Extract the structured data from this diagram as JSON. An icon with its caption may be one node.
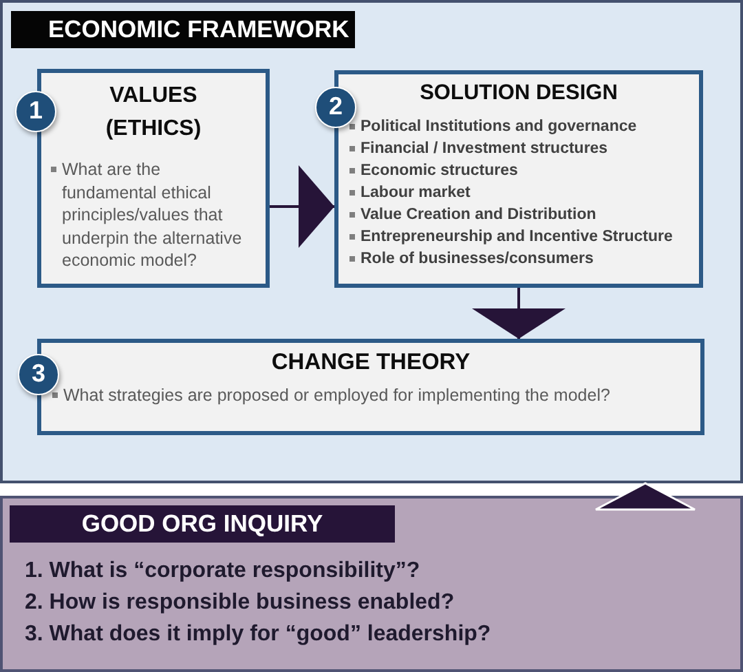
{
  "diagram": {
    "nodes": [
      {
        "text": [
          "ECONOMIC FRAMEWORK"
        ]
      },
      {
        "text": [
          "1"
        ],
        "in": 0
      },
      {
        "text": [
          "VALUES (ETHICS)",
          "What are the fundamental ethical principles/values that underpin the alternative economic model?"
        ],
        "in": 0
      },
      {
        "text": [
          "2"
        ],
        "in": 0
      },
      {
        "text": [
          "SOLUTION DESIGN",
          "Political Institutions and governance",
          "Financial / Investment structures",
          "Economic structures",
          "Labour market",
          "Value Creation and Distribution",
          "Entrepreneurship and Incentive Structure",
          "Role of businesses/consumers"
        ],
        "in": 0
      },
      {
        "text": [
          "3"
        ],
        "in": 0
      },
      {
        "text": [
          "CHANGE THEORY",
          "What strategies are proposed or employed for implementing the model?"
        ],
        "in": 0
      },
      {
        "text": [
          "GOOD ORG INQUIRY",
          "1. What is “corporate responsibility”?",
          "2. How is responsible business enabled?",
          "3. What does it imply for “good” leadership?"
        ]
      }
    ],
    "edges": [
      {
        "from": 2,
        "to": 4,
        "arrow": "to"
      },
      {
        "from": 4,
        "to": 6,
        "arrow": "to"
      },
      {
        "from": 7,
        "to": 0,
        "arrow": "to"
      }
    ]
  }
}
